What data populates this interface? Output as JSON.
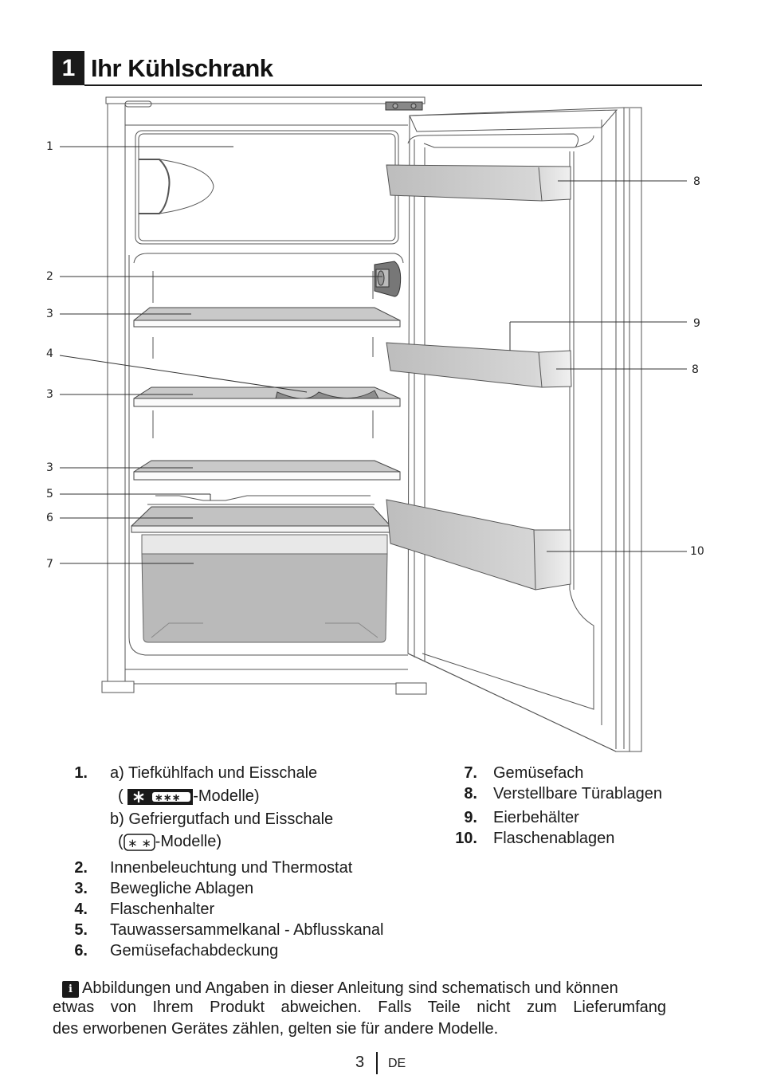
{
  "heading": {
    "number": "1",
    "title": "Ihr Kühlschrank"
  },
  "figure": {
    "description": "Refrigerator with open door, numbered part callouts",
    "callouts_left": [
      "1",
      "2",
      "3",
      "4",
      "3",
      "3",
      "5",
      "6",
      "7"
    ],
    "callouts_right": [
      "8",
      "9",
      "8",
      "10"
    ]
  },
  "legend": {
    "left": [
      {
        "num": "1.",
        "lines": [
          "a) Tiefkühlfach und Eisschale",
          "-Modelle)",
          "b) Gefriergutfach und Eisschale",
          "-Modelle)"
        ],
        "symbol_a": "four-star-freezer-symbol",
        "symbol_b": "two-star-freezer-symbol",
        "open_paren_a": "( ",
        "open_paren_b": "("
      },
      {
        "num": "2.",
        "text": "Innenbeleuchtung und Thermostat"
      },
      {
        "num": "3.",
        "text": "Bewegliche Ablagen"
      },
      {
        "num": "4.",
        "text": "Flaschenhalter"
      },
      {
        "num": "5.",
        "text": "Tauwassersammelkanal - Abflusskanal"
      },
      {
        "num": "6.",
        "text": "Gemüsefachabdeckung"
      }
    ],
    "right": [
      {
        "num": "7.",
        "text": "Gemüsefach"
      },
      {
        "num": "8.",
        "text": "Verstellbare Türablagen"
      },
      {
        "num": "9.",
        "text": "Eierbehälter"
      },
      {
        "num": "10.",
        "text": "Flaschenablagen"
      }
    ]
  },
  "note": {
    "icon": "info-icon",
    "line1": "Abbildungen und Angaben in dieser Anleitung sind schematisch und können",
    "line2": "etwas von Ihrem Produkt abweichen. Falls Teile nicht zum Lieferumfang",
    "line3": "des erworbenen Gerätes zählen, gelten sie für andere Modelle."
  },
  "footer": {
    "page": "3",
    "language": "DE"
  }
}
